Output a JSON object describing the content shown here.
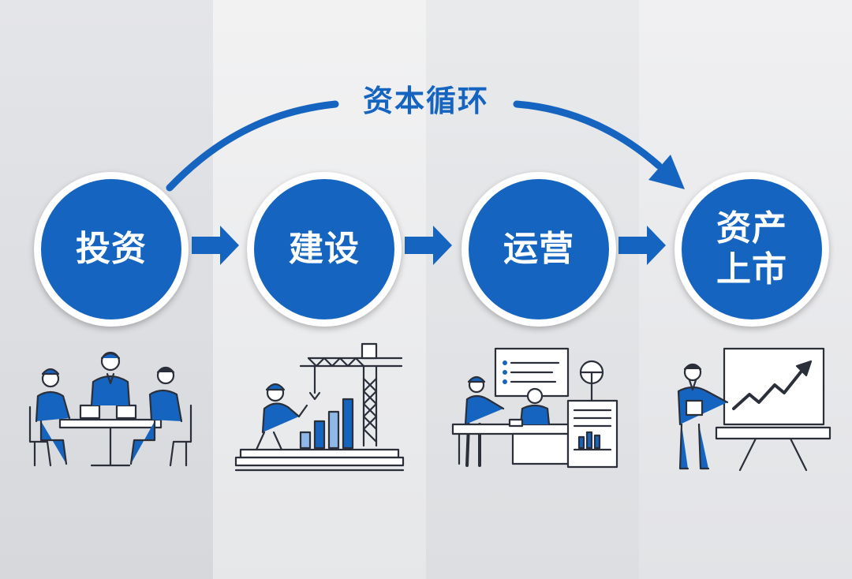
{
  "diagram": {
    "title": "资本循环",
    "steps": [
      {
        "label": "投资",
        "illustration": "team-meeting-icon"
      },
      {
        "label": "建设",
        "illustration": "construction-crane-icon"
      },
      {
        "label": "运营",
        "illustration": "operations-office-icon"
      },
      {
        "label": "资产上市",
        "illustration": "presentation-growth-chart-icon"
      }
    ],
    "colors": {
      "primary": "#1565c0",
      "node_border": "#ffffff",
      "line_dark": "#2a2f3a",
      "light_blue": "#8fb8e8"
    }
  }
}
